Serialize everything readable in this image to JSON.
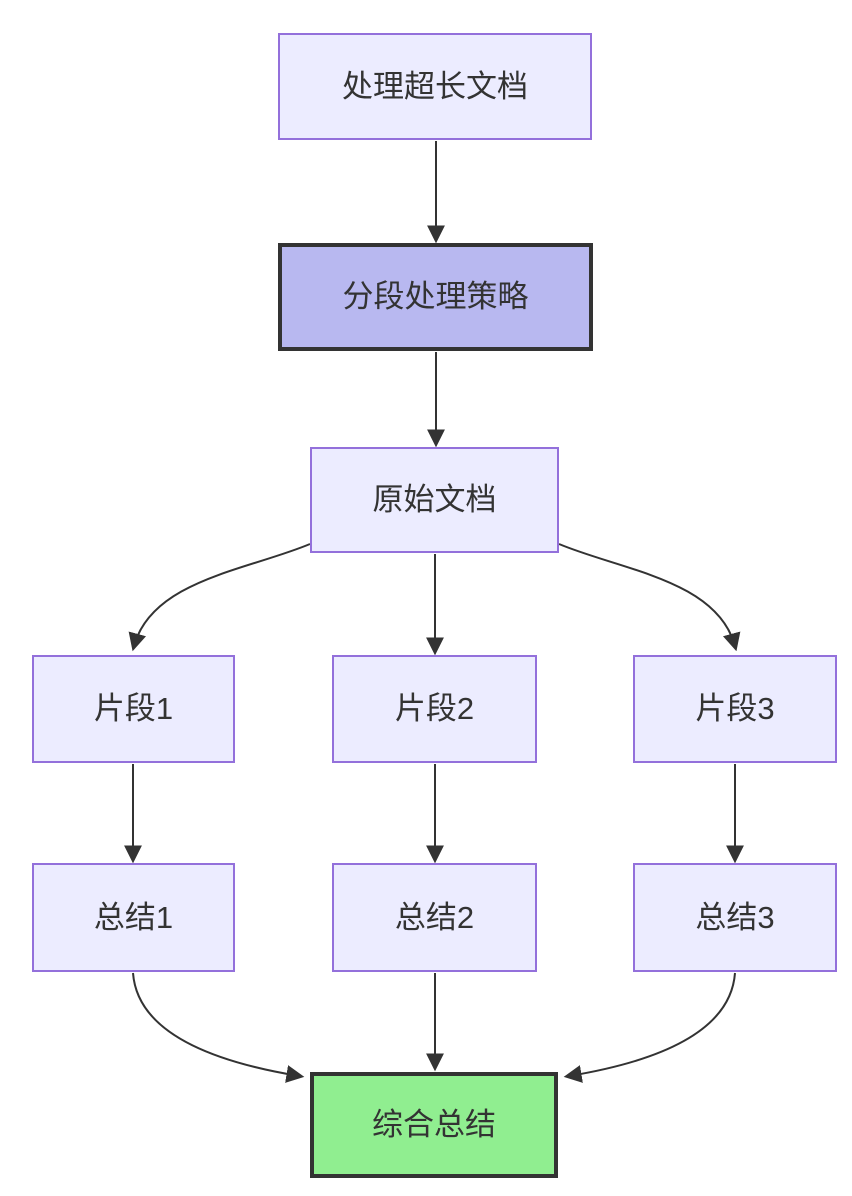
{
  "diagram": {
    "type": "flowchart",
    "direction": "top-down",
    "colors": {
      "background": "#ffffff",
      "edge": "#333333",
      "text": "#333333",
      "default_node_fill": "#ECECFF",
      "default_node_border": "#9370DB",
      "highlight_node_fill": "#b8b8f0",
      "highlight_node_border": "#333333",
      "final_node_fill": "#90EE90",
      "final_node_border": "#333333"
    },
    "nodes": {
      "main": {
        "label": "处理超长文档",
        "fill": "#ECECFF",
        "border": "#9370DB"
      },
      "strategy": {
        "label": "分段处理策略",
        "fill": "#b8b8f0",
        "border": "#333333"
      },
      "doc": {
        "label": "原始文档",
        "fill": "#ECECFF",
        "border": "#9370DB"
      },
      "seg1": {
        "label": "片段1",
        "fill": "#ECECFF",
        "border": "#9370DB"
      },
      "seg2": {
        "label": "片段2",
        "fill": "#ECECFF",
        "border": "#9370DB"
      },
      "seg3": {
        "label": "片段3",
        "fill": "#ECECFF",
        "border": "#9370DB"
      },
      "sum1": {
        "label": "总结1",
        "fill": "#ECECFF",
        "border": "#9370DB"
      },
      "sum2": {
        "label": "总结2",
        "fill": "#ECECFF",
        "border": "#9370DB"
      },
      "sum3": {
        "label": "总结3",
        "fill": "#ECECFF",
        "border": "#9370DB"
      },
      "final": {
        "label": "综合总结",
        "fill": "#90EE90",
        "border": "#333333"
      }
    },
    "edges": [
      {
        "from": "main",
        "to": "strategy"
      },
      {
        "from": "strategy",
        "to": "doc"
      },
      {
        "from": "doc",
        "to": "seg1"
      },
      {
        "from": "doc",
        "to": "seg2"
      },
      {
        "from": "doc",
        "to": "seg3"
      },
      {
        "from": "seg1",
        "to": "sum1"
      },
      {
        "from": "seg2",
        "to": "sum2"
      },
      {
        "from": "seg3",
        "to": "sum3"
      },
      {
        "from": "sum1",
        "to": "final"
      },
      {
        "from": "sum2",
        "to": "final"
      },
      {
        "from": "sum3",
        "to": "final"
      }
    ]
  }
}
